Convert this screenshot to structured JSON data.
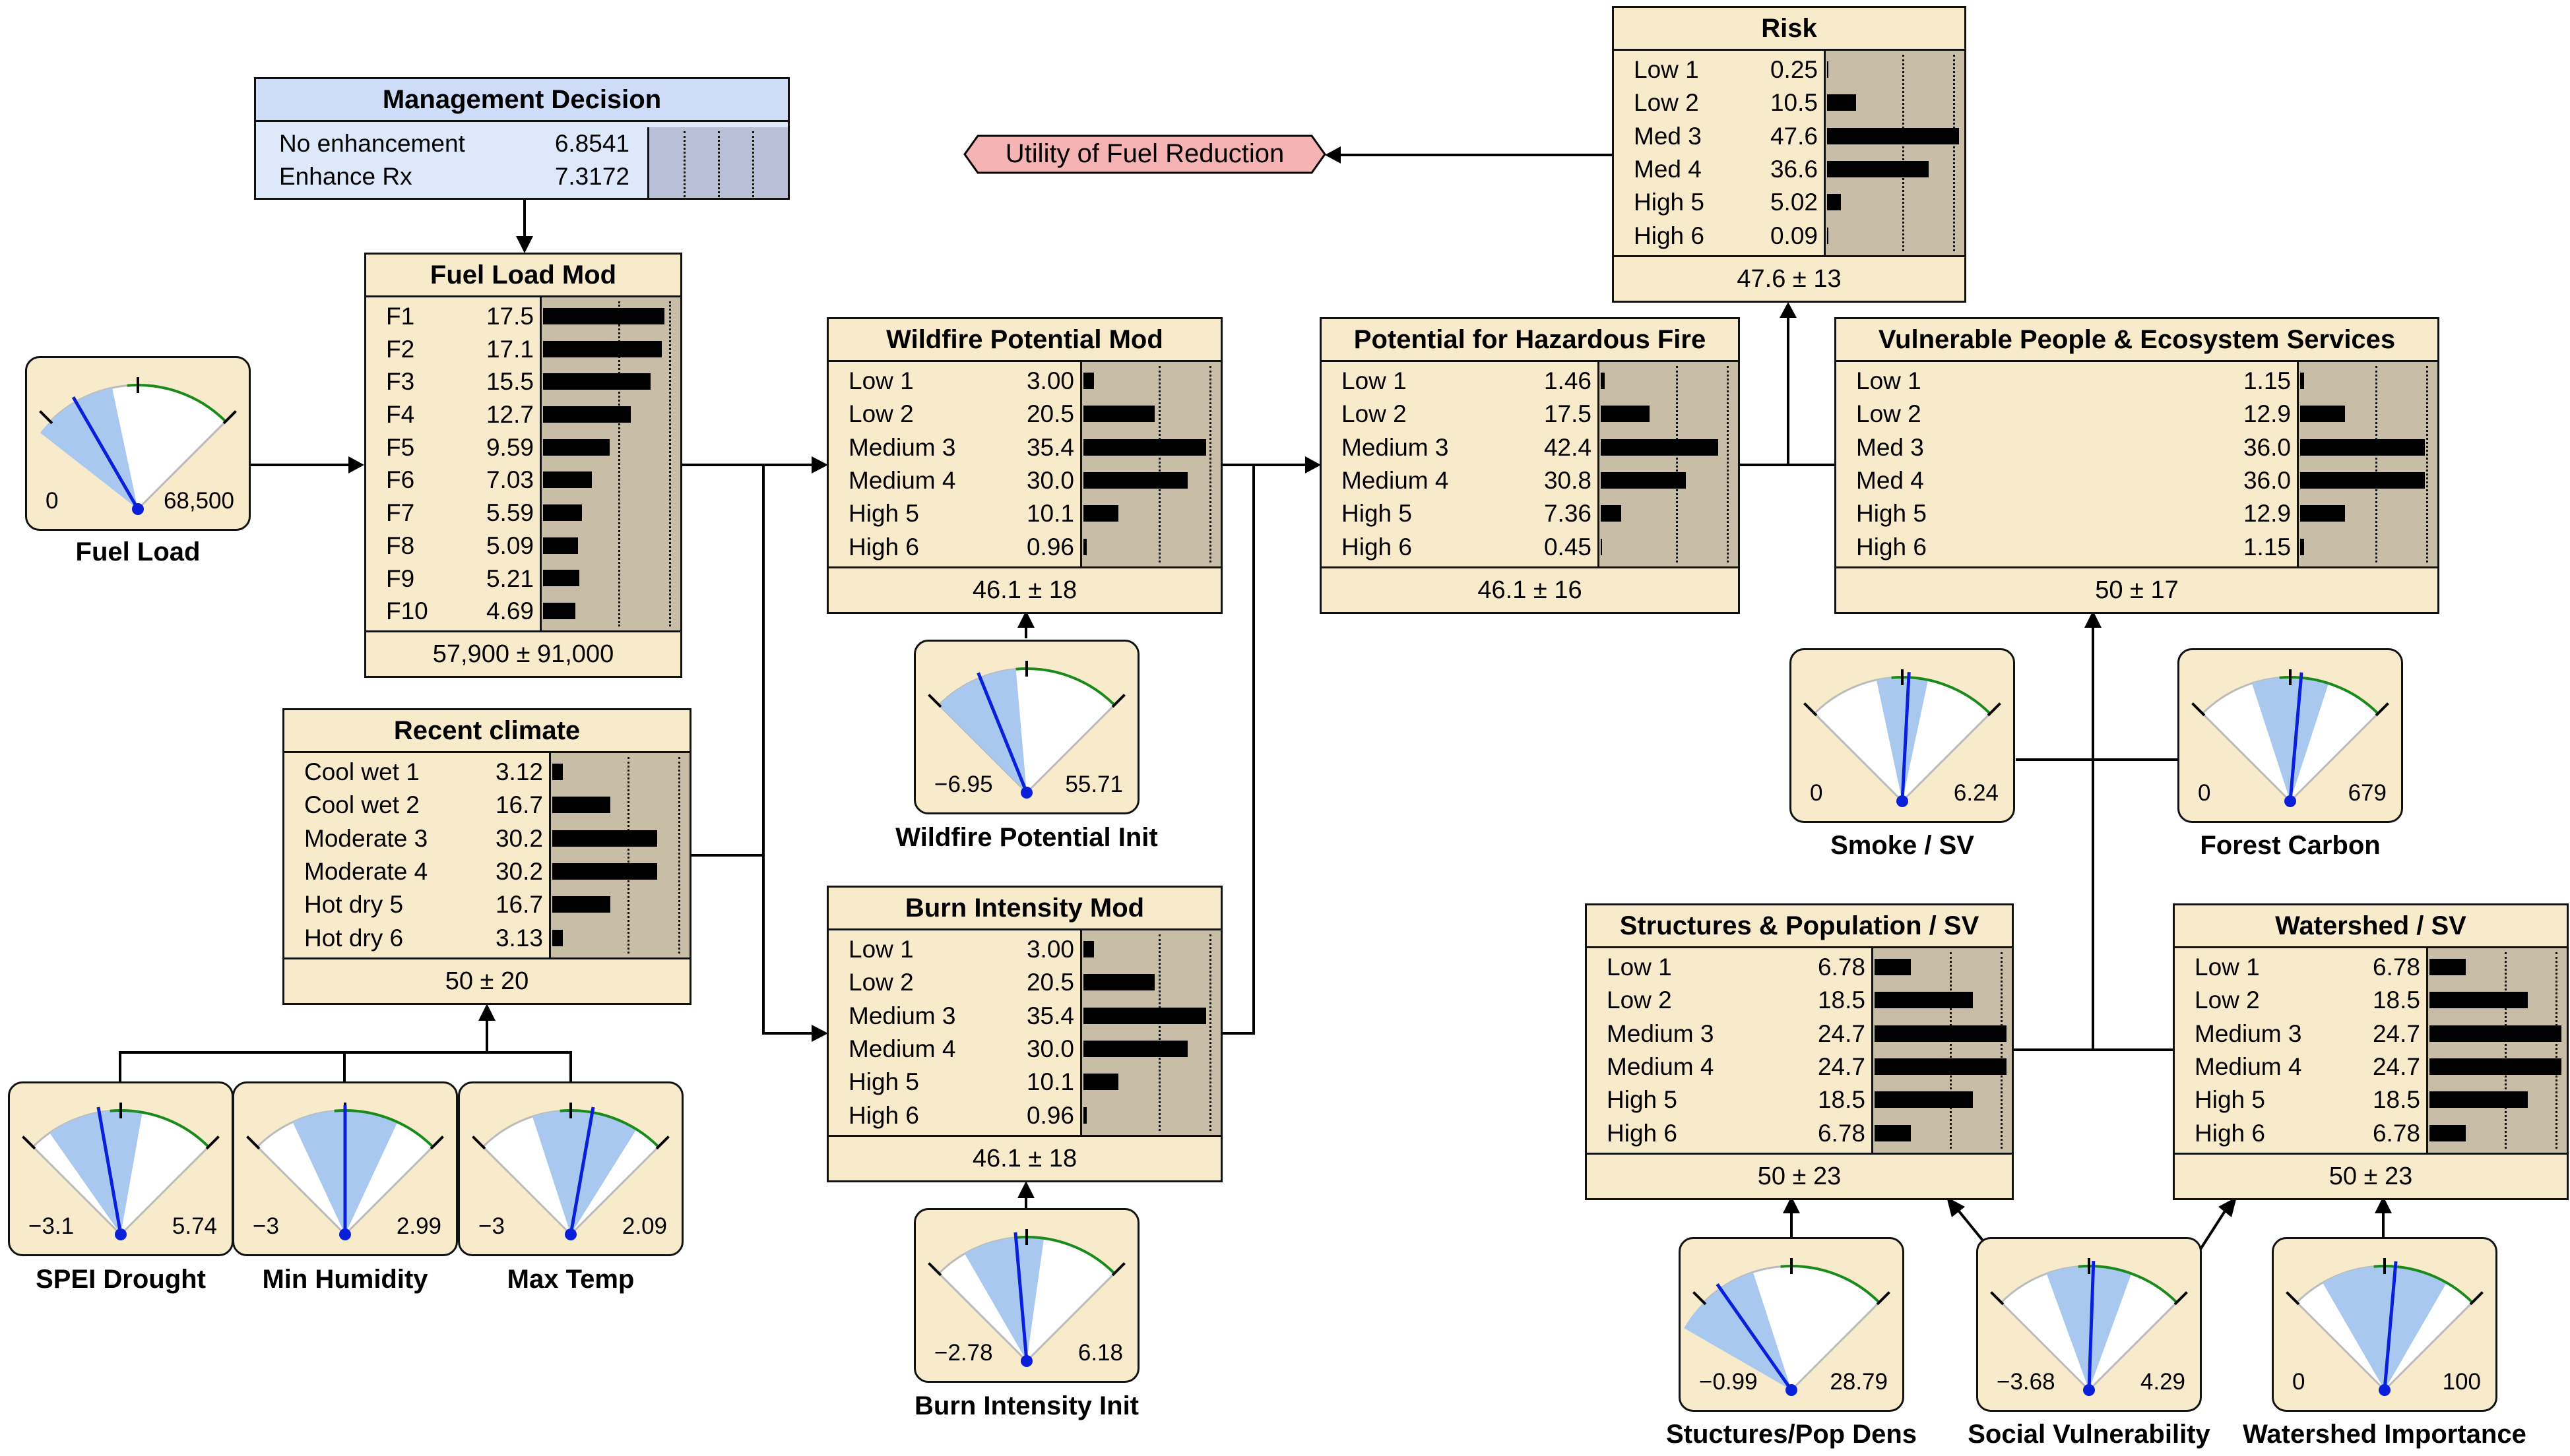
{
  "decision": {
    "title": "Management Decision",
    "rows": [
      {
        "label": "No enhancement",
        "value": "6.8541"
      },
      {
        "label": "Enhance Rx",
        "value": "7.3172"
      }
    ]
  },
  "utility": {
    "label": "Utility of Fuel Reduction"
  },
  "tables": {
    "fuel_load_mod": {
      "title": "Fuel Load Mod",
      "rows": [
        {
          "label": "F1",
          "value": "17.5",
          "pct": 17.5
        },
        {
          "label": "F2",
          "value": "17.1",
          "pct": 17.1
        },
        {
          "label": "F3",
          "value": "15.5",
          "pct": 15.5
        },
        {
          "label": "F4",
          "value": "12.7",
          "pct": 12.7
        },
        {
          "label": "F5",
          "value": "9.59",
          "pct": 9.59
        },
        {
          "label": "F6",
          "value": "7.03",
          "pct": 7.03
        },
        {
          "label": "F7",
          "value": "5.59",
          "pct": 5.59
        },
        {
          "label": "F8",
          "value": "5.09",
          "pct": 5.09
        },
        {
          "label": "F9",
          "value": "5.21",
          "pct": 5.21
        },
        {
          "label": "F10",
          "value": "4.69",
          "pct": 4.69
        }
      ],
      "footer": "57,900 ± 91,000"
    },
    "recent_climate": {
      "title": "Recent climate",
      "rows": [
        {
          "label": "Cool wet 1",
          "value": "3.12",
          "pct": 3.12
        },
        {
          "label": "Cool wet 2",
          "value": "16.7",
          "pct": 16.7
        },
        {
          "label": "Moderate 3",
          "value": "30.2",
          "pct": 30.2
        },
        {
          "label": "Moderate 4",
          "value": "30.2",
          "pct": 30.2
        },
        {
          "label": "Hot dry 5",
          "value": "16.7",
          "pct": 16.7
        },
        {
          "label": "Hot dry 6",
          "value": "3.13",
          "pct": 3.13
        }
      ],
      "footer": "50 ± 20"
    },
    "wildfire_potential_mod": {
      "title": "Wildfire Potential Mod",
      "rows": [
        {
          "label": "Low 1",
          "value": "3.00",
          "pct": 3.0
        },
        {
          "label": "Low 2",
          "value": "20.5",
          "pct": 20.5
        },
        {
          "label": "Medium 3",
          "value": "35.4",
          "pct": 35.4
        },
        {
          "label": "Medium 4",
          "value": "30.0",
          "pct": 30.0
        },
        {
          "label": "High 5",
          "value": "10.1",
          "pct": 10.1
        },
        {
          "label": "High 6",
          "value": "0.96",
          "pct": 0.96
        }
      ],
      "footer": "46.1 ± 18"
    },
    "burn_intensity_mod": {
      "title": "Burn Intensity Mod",
      "rows": [
        {
          "label": "Low 1",
          "value": "3.00",
          "pct": 3.0
        },
        {
          "label": "Low 2",
          "value": "20.5",
          "pct": 20.5
        },
        {
          "label": "Medium 3",
          "value": "35.4",
          "pct": 35.4
        },
        {
          "label": "Medium 4",
          "value": "30.0",
          "pct": 30.0
        },
        {
          "label": "High 5",
          "value": "10.1",
          "pct": 10.1
        },
        {
          "label": "High 6",
          "value": "0.96",
          "pct": 0.96
        }
      ],
      "footer": "46.1 ± 18"
    },
    "potential_hazardous_fire": {
      "title": "Potential for Hazardous Fire",
      "rows": [
        {
          "label": "Low 1",
          "value": "1.46",
          "pct": 1.46
        },
        {
          "label": "Low 2",
          "value": "17.5",
          "pct": 17.5
        },
        {
          "label": "Medium 3",
          "value": "42.4",
          "pct": 42.4
        },
        {
          "label": "Medium 4",
          "value": "30.8",
          "pct": 30.8
        },
        {
          "label": "High 5",
          "value": "7.36",
          "pct": 7.36
        },
        {
          "label": "High 6",
          "value": "0.45",
          "pct": 0.45
        }
      ],
      "footer": "46.1 ± 16"
    },
    "risk": {
      "title": "Risk",
      "rows": [
        {
          "label": "Low 1",
          "value": "0.25",
          "pct": 0.25
        },
        {
          "label": "Low 2",
          "value": "10.5",
          "pct": 10.5
        },
        {
          "label": "Med 3",
          "value": "47.6",
          "pct": 47.6
        },
        {
          "label": "Med 4",
          "value": "36.6",
          "pct": 36.6
        },
        {
          "label": "High 5",
          "value": "5.02",
          "pct": 5.02
        },
        {
          "label": "High 6",
          "value": "0.09",
          "pct": 0.09
        }
      ],
      "footer": "47.6 ± 13"
    },
    "vulnerable_people": {
      "title": "Vulnerable People & Ecosystem Services",
      "rows": [
        {
          "label": "Low 1",
          "value": "1.15",
          "pct": 1.15
        },
        {
          "label": "Low 2",
          "value": "12.9",
          "pct": 12.9
        },
        {
          "label": "Med 3",
          "value": "36.0",
          "pct": 36.0
        },
        {
          "label": "Med 4",
          "value": "36.0",
          "pct": 36.0
        },
        {
          "label": "High 5",
          "value": "12.9",
          "pct": 12.9
        },
        {
          "label": "High 6",
          "value": "1.15",
          "pct": 1.15
        }
      ],
      "footer": "50 ± 17"
    },
    "structures_population": {
      "title": "Structures & Population / SV",
      "rows": [
        {
          "label": "Low 1",
          "value": "6.78",
          "pct": 6.78
        },
        {
          "label": "Low 2",
          "value": "18.5",
          "pct": 18.5
        },
        {
          "label": "Medium 3",
          "value": "24.7",
          "pct": 24.7
        },
        {
          "label": "Medium 4",
          "value": "24.7",
          "pct": 24.7
        },
        {
          "label": "High 5",
          "value": "18.5",
          "pct": 18.5
        },
        {
          "label": "High 6",
          "value": "6.78",
          "pct": 6.78
        }
      ],
      "footer": "50 ± 23"
    },
    "watershed_sv": {
      "title": "Watershed / SV",
      "rows": [
        {
          "label": "Low 1",
          "value": "6.78",
          "pct": 6.78
        },
        {
          "label": "Low 2",
          "value": "18.5",
          "pct": 18.5
        },
        {
          "label": "Medium 3",
          "value": "24.7",
          "pct": 24.7
        },
        {
          "label": "Medium 4",
          "value": "24.7",
          "pct": 24.7
        },
        {
          "label": "High 5",
          "value": "18.5",
          "pct": 18.5
        },
        {
          "label": "High 6",
          "value": "6.78",
          "pct": 6.78
        }
      ],
      "footer": "50 ± 23"
    }
  },
  "gauges": {
    "fuel_load": {
      "label": "Fuel Load",
      "min": "0",
      "max": "68,500"
    },
    "spei_drought": {
      "label": "SPEI Drought",
      "min": "−3.1",
      "max": "5.74"
    },
    "min_humidity": {
      "label": "Min Humidity",
      "min": "−3",
      "max": "2.99"
    },
    "max_temp": {
      "label": "Max Temp",
      "min": "−3",
      "max": "2.09"
    },
    "wildfire_potential_init": {
      "label": "Wildfire Potential Init",
      "min": "−6.95",
      "max": "55.71"
    },
    "burn_intensity_init": {
      "label": "Burn Intensity Init",
      "min": "−2.78",
      "max": "6.18"
    },
    "smoke_sv": {
      "label": "Smoke / SV",
      "min": "0",
      "max": "6.24"
    },
    "forest_carbon": {
      "label": "Forest Carbon",
      "min": "0",
      "max": "679"
    },
    "structures_pop_dens": {
      "label": "Stuctures/Pop Dens",
      "min": "−0.99",
      "max": "28.79"
    },
    "social_vulnerability": {
      "label": "Social Vulnerability",
      "min": "−3.68",
      "max": "4.29"
    },
    "watershed_importance": {
      "label": "Watershed Importance",
      "min": "0",
      "max": "100"
    }
  }
}
